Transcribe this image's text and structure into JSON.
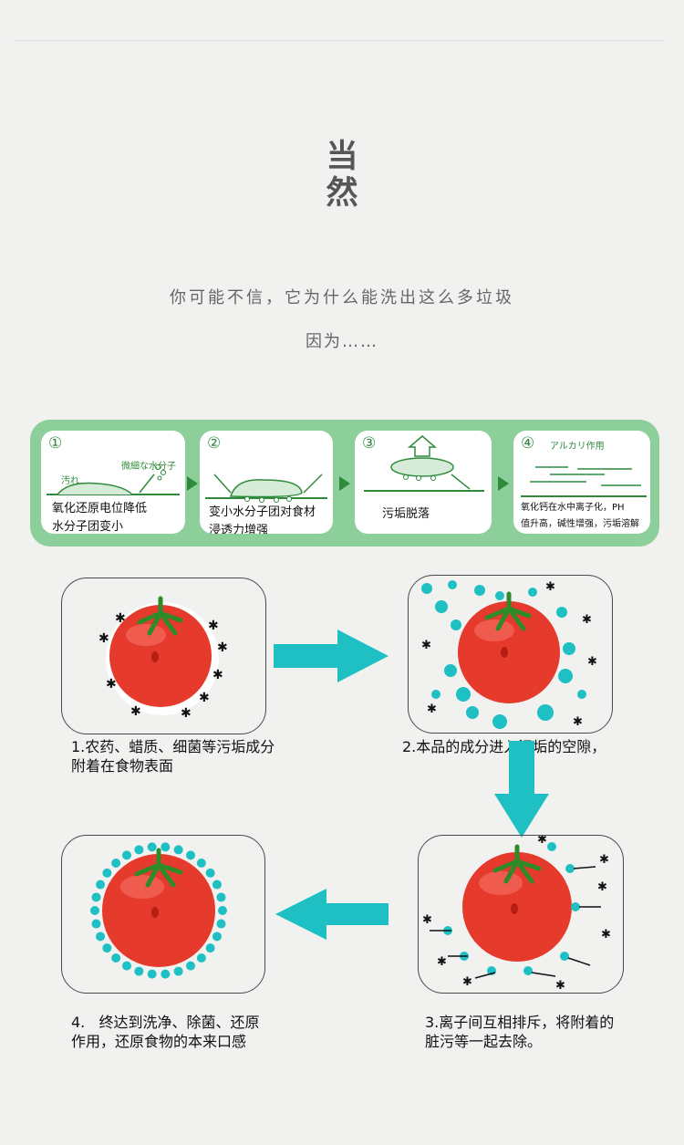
{
  "title": {
    "line1": "当",
    "line2": "然"
  },
  "intro": {
    "line1": "你可能不信，它为什么能洗出这么多垃圾",
    "line2": "因为……"
  },
  "banner": {
    "steps": [
      {
        "num": "①",
        "tag1": "微細な水分子",
        "tag2": "汚れ",
        "text1": "氧化还原电位降低",
        "text2": "水分子团变小"
      },
      {
        "num": "②",
        "text1": "变小水分子团对食材",
        "text2": "浸透力增强"
      },
      {
        "num": "③",
        "text1": "污垢脱落"
      },
      {
        "num": "④",
        "tag1": "アルカリ作用",
        "text1": "氧化钙在水中离子化，PH",
        "text2": "值升高，碱性增强，污垢溶解"
      }
    ]
  },
  "panels": {
    "p1": {
      "line1": "1.农药、蜡质、细菌等污垢成分",
      "line2": "附着在食物表面"
    },
    "p2": {
      "line1": "2.本品的成分进入污垢的空隙，"
    },
    "p3": {
      "line1": "3.离子间互相排斥，将附着的",
      "line2": "脏污等一起去除。"
    },
    "p4": {
      "line1": "4.   终达到洗净、除菌、还原",
      "line2": "作用，还原食物的本来口感"
    }
  },
  "colors": {
    "accent": "#1fc0c3",
    "banner_green": "#8ccf9b",
    "tomato": "#e53a2c"
  }
}
